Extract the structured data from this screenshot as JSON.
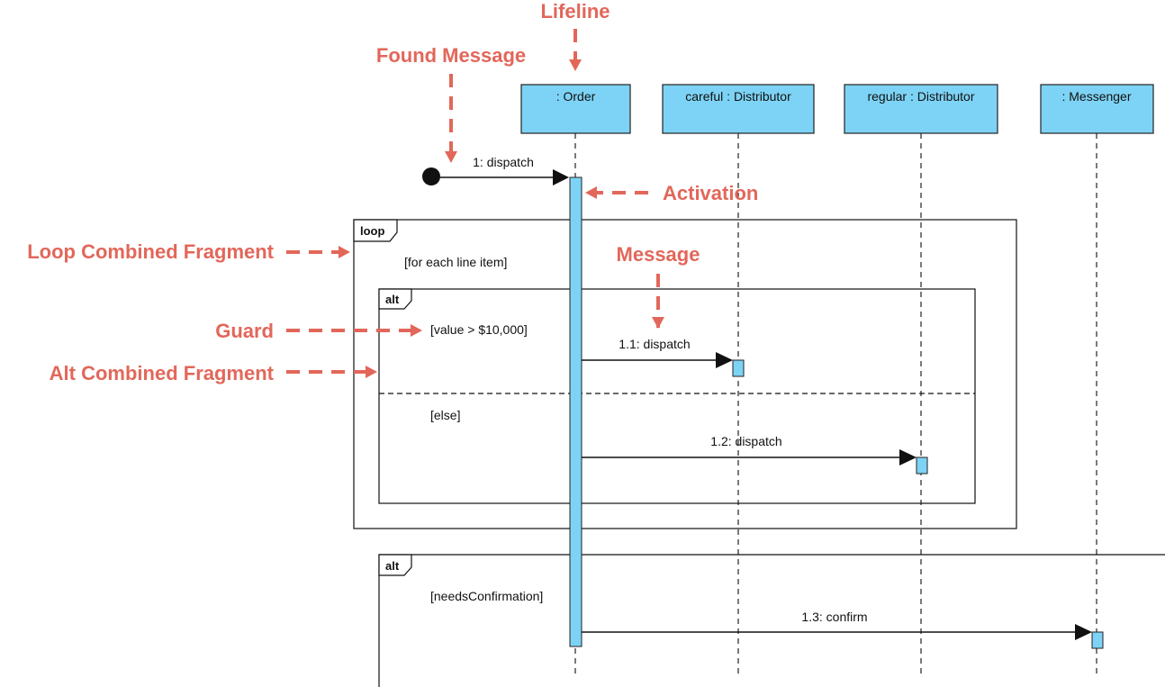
{
  "colors": {
    "annotation": "#E2675A",
    "lifeline_fill": "#7DD3F5",
    "activation_fill": "#7DD3F5",
    "line": "#111111"
  },
  "lifelines": [
    {
      "id": "order",
      "label": ": Order"
    },
    {
      "id": "careful",
      "label": "careful : Distributor"
    },
    {
      "id": "regular",
      "label": "regular : Distributor"
    },
    {
      "id": "messenger",
      "label": ": Messenger"
    }
  ],
  "messages": [
    {
      "id": "m1",
      "label": "1: dispatch"
    },
    {
      "id": "m11",
      "label": "1.1: dispatch"
    },
    {
      "id": "m12",
      "label": "1.2: dispatch"
    },
    {
      "id": "m13",
      "label": "1.3: confirm"
    }
  ],
  "fragments": {
    "loop": {
      "operator": "loop",
      "guard": "[for each line item]"
    },
    "alt_inner": {
      "operator": "alt",
      "guard_1": "[value > $10,000]",
      "guard_2": "[else]"
    },
    "alt_bottom": {
      "operator": "alt",
      "guard": "[needsConfirmation]"
    }
  },
  "annotations": {
    "lifeline": "Lifeline",
    "found_message": "Found Message",
    "activation": "Activation",
    "loop_fragment": "Loop Combined Fragment",
    "message": "Message",
    "guard": "Guard",
    "alt_fragment": "Alt Combined Fragment"
  }
}
